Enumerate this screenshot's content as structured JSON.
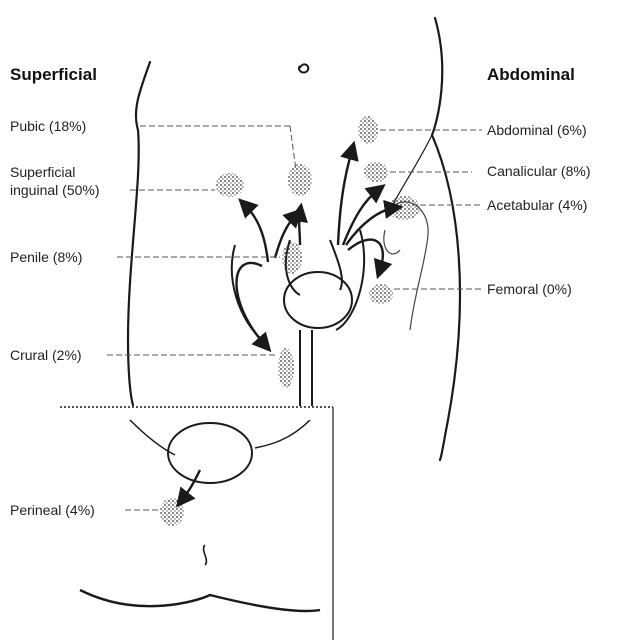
{
  "headings": {
    "superficial": "Superficial",
    "abdominal": "Abdominal"
  },
  "labels": {
    "pubic": "Pubic (18%)",
    "superficial_inguinal_line1": "Superficial",
    "superficial_inguinal_line2": "inguinal (50%)",
    "penile": "Penile (8%)",
    "crural": "Crural (2%)",
    "perineal": "Perineal (4%)",
    "abdominal": "Abdominal (6%)",
    "canalicular": "Canalicular (8%)",
    "acetabular": "Acetabular (4%)",
    "femoral": "Femoral (0%)"
  },
  "colors": {
    "ink": "#1a1a1a",
    "stipple": "#333333",
    "leader": "#555555"
  }
}
